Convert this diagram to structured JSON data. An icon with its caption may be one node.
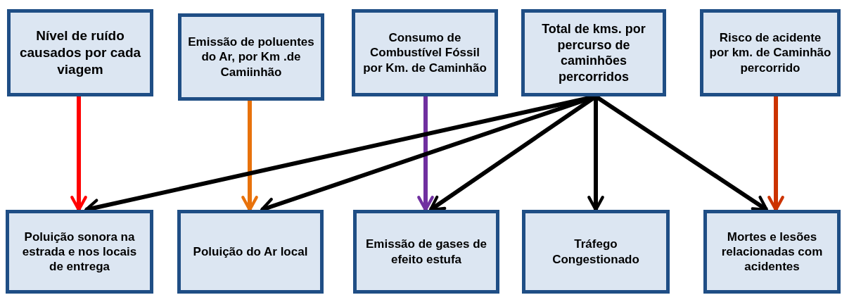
{
  "diagram": {
    "nodes": [
      {
        "text": [
          "Nível de ruído causados por cada viagem"
        ]
      },
      {
        "text": [
          "Emissão de poluentes do Ar, por Km .de Camiinhão"
        ]
      },
      {
        "text": [
          "Consumo de Combustível Fóssil por Km. de Caminhão"
        ]
      },
      {
        "text": [
          "Total de kms. por percurso de caminhões percorridos"
        ]
      },
      {
        "text": [
          "Risco de acidente por km. de Caminhão percorrido"
        ]
      },
      {
        "text": [
          "Poluição sonora na estrada e nos locais de entrega"
        ]
      },
      {
        "text": [
          "Poluição do Ar local"
        ]
      },
      {
        "text": [
          "Emissão de gases de efeito estufa"
        ]
      },
      {
        "text": [
          "Tráfego Congestionado"
        ]
      },
      {
        "text": [
          "Mortes e lesões relacionadas com acidentes"
        ]
      }
    ],
    "edges": [
      {
        "from": 0,
        "to": 5,
        "arrow": "to",
        "color": "#ff0000"
      },
      {
        "from": 1,
        "to": 6,
        "arrow": "to",
        "color": "#e8720c"
      },
      {
        "from": 2,
        "to": 7,
        "arrow": "to",
        "color": "#7030a0"
      },
      {
        "from": 3,
        "to": 5,
        "arrow": "to"
      },
      {
        "from": 3,
        "to": 6,
        "arrow": "to"
      },
      {
        "from": 3,
        "to": 7,
        "arrow": "to"
      },
      {
        "from": 3,
        "to": 8,
        "arrow": "to"
      },
      {
        "from": 3,
        "to": 9,
        "arrow": "to"
      },
      {
        "from": 4,
        "to": 9,
        "arrow": "to",
        "color": "#cc3300"
      }
    ]
  }
}
